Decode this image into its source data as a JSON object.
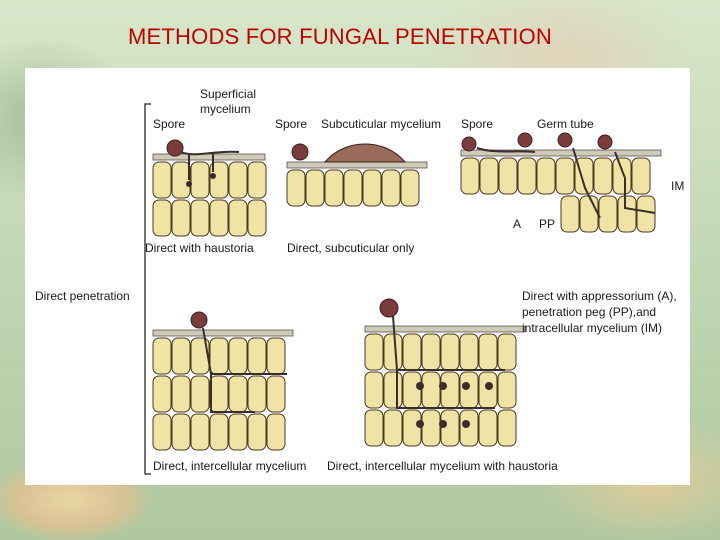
{
  "slide": {
    "title": "METHODS FOR FUNGAL PENETRATION",
    "title_color": "#c00000"
  },
  "figure": {
    "side_label": "Direct penetration",
    "panels": [
      {
        "id": "p1",
        "labels": [
          "Superficial",
          "mycelium",
          "Spore"
        ],
        "caption": "Direct with haustoria"
      },
      {
        "id": "p2",
        "labels": [
          "Spore",
          "Subcuticular mycelium"
        ],
        "caption": "Direct, subcuticular only"
      },
      {
        "id": "p3",
        "labels": [
          "Spore",
          "Germ tube",
          "IM",
          "A",
          "PP"
        ],
        "caption": "Direct with appressorium (A), penetration peg (PP), and intracellular mycelium (IM)"
      },
      {
        "id": "p4",
        "labels": [],
        "caption": "Direct, intercellular mycelium"
      },
      {
        "id": "p5",
        "labels": [],
        "caption": "Direct, intercellular mycelium with haustoria"
      }
    ],
    "caption_lines_p3": [
      "Direct with appressorium (A),",
      "penetration peg (PP),and",
      "intracellular mycelium (IM)"
    ],
    "colors": {
      "cell_fill": "#efe3a6",
      "cell_stroke": "#4a3a1e",
      "spore": "#7a3c3c",
      "hypha": "#3a2e2a"
    }
  }
}
